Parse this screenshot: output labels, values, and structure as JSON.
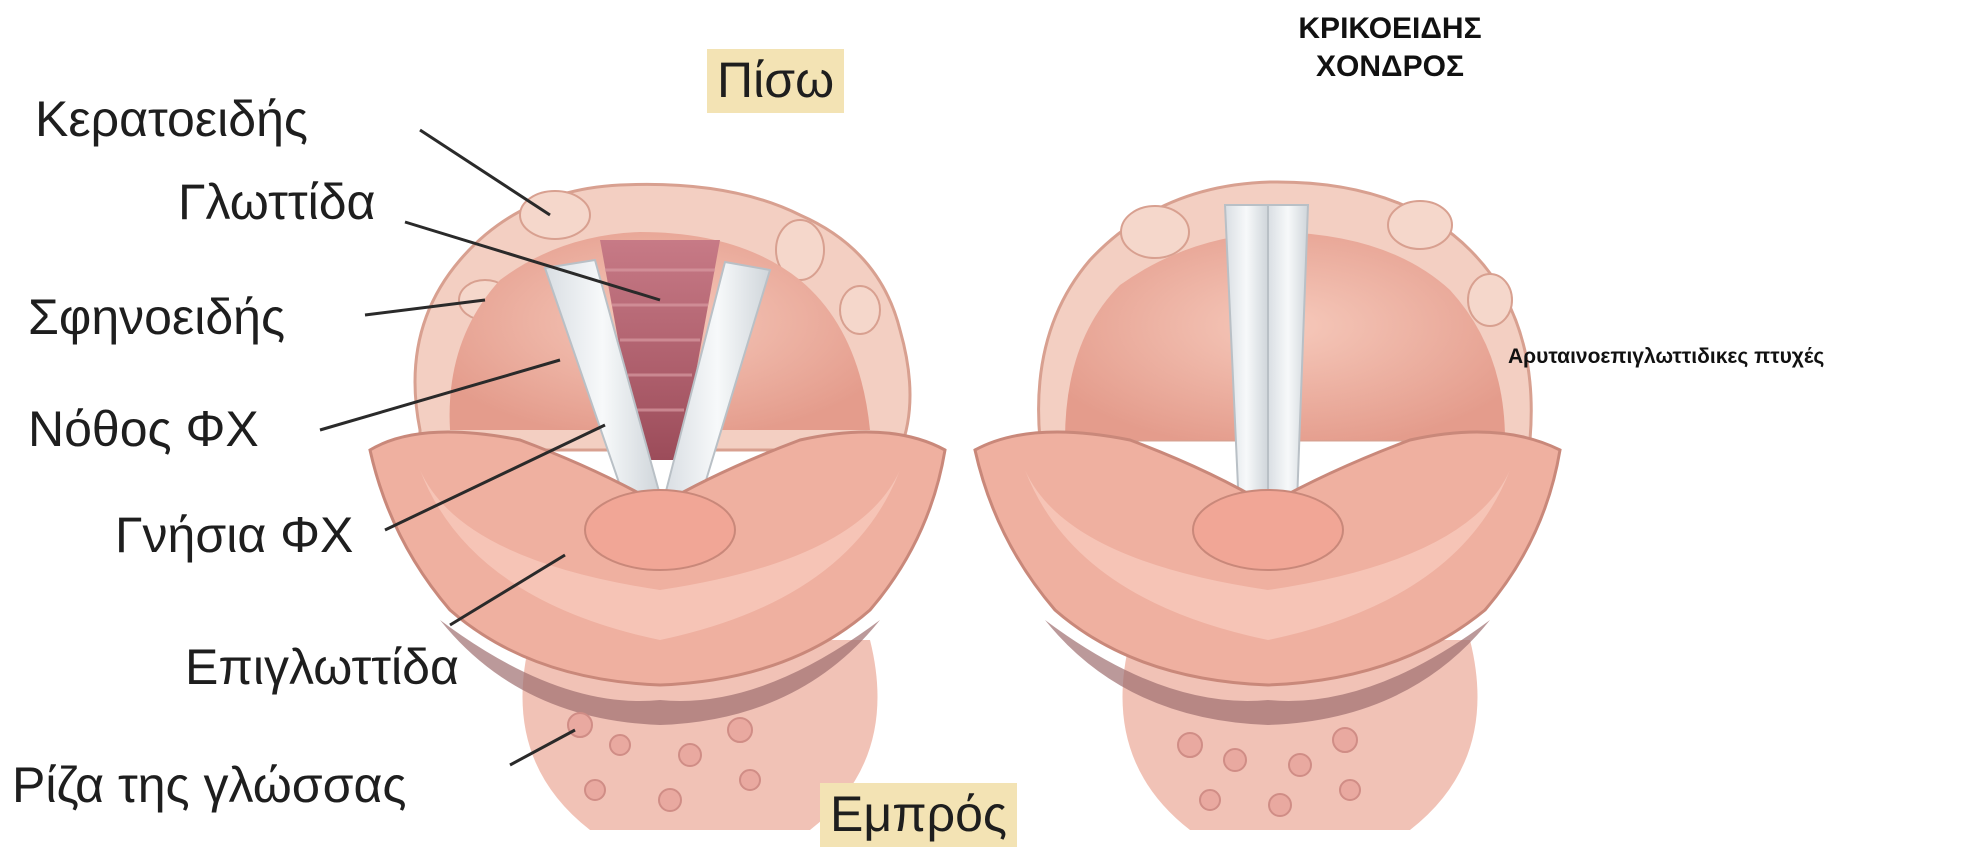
{
  "labels": {
    "cuneiform": "Κερατοειδής",
    "glottis": "Γλωττίδα",
    "sphenoid": "Σφηνοειδής",
    "false_vocal_cords": "Νόθος ΦΧ",
    "true_vocal_cords": "Γνήσια ΦΧ",
    "epiglottis": "Επιγλωττίδα",
    "tongue_root": "Ρίζα της γλώσσας",
    "cricoid_cartilage": "ΚΡΙΚΟΕΙΔΗΣ\nΧΟΝΔΡΟΣ",
    "aryepiglottic_folds": "Αρυταινοεπιγλωττιδικες πτυχές"
  },
  "orientation": {
    "back": "Πίσω",
    "front": "Εμπρός"
  },
  "colors": {
    "orientation_highlight": "#f3e3b4",
    "mucosa": "#f0b7a6",
    "mucosa_dark": "#d98b7a",
    "vocal_cord": "#e8ecef",
    "trachea": "#b0606c"
  }
}
